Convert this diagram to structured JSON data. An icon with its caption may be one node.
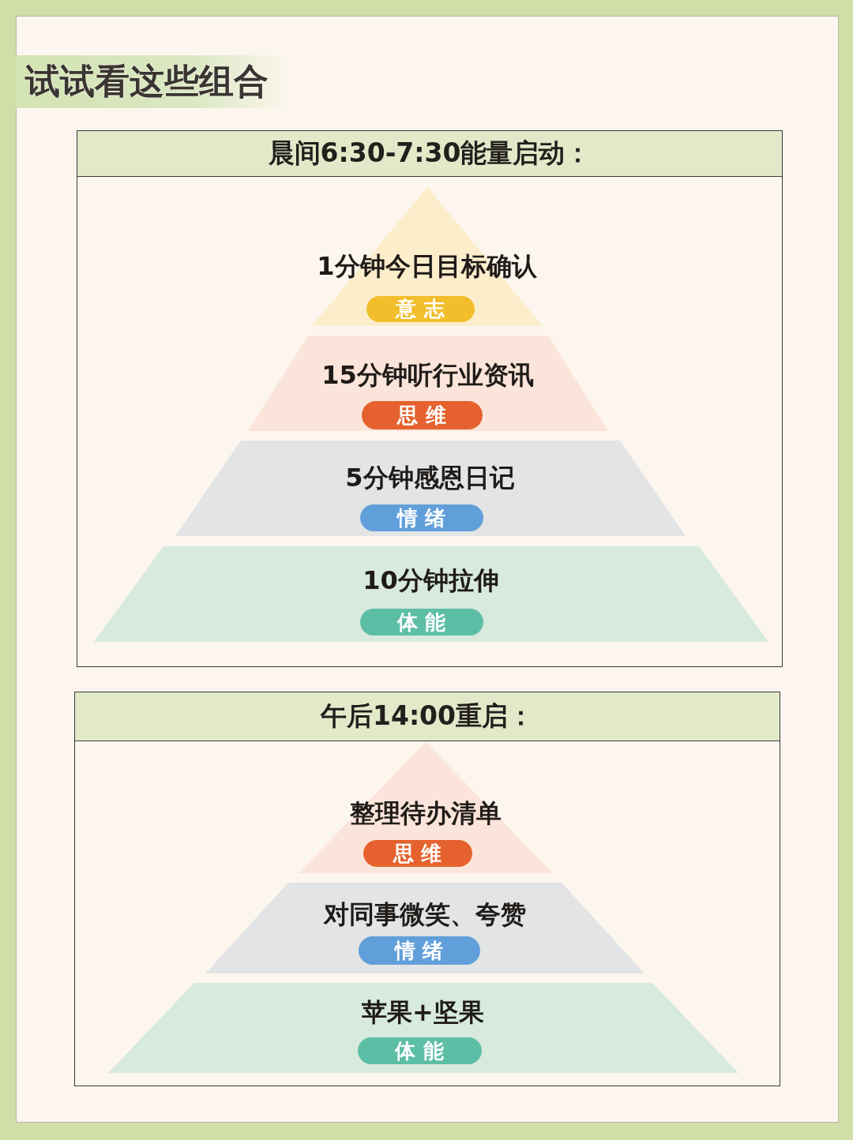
{
  "diagram": {
    "title": "试试看这些组合",
    "nodes": [
      {
        "text": [
          "晨间6:30-7:30能量启动："
        ]
      },
      {
        "text": [
          "1分钟今日目标确认"
        ],
        "in": 0
      },
      {
        "text": [
          "意志"
        ],
        "in": 1
      },
      {
        "text": [
          "15分钟听行业资讯"
        ],
        "in": 0
      },
      {
        "text": [
          "思维"
        ],
        "in": 3
      },
      {
        "text": [
          "5分钟感恩日记"
        ],
        "in": 0
      },
      {
        "text": [
          "情绪"
        ],
        "in": 5
      },
      {
        "text": [
          "10分钟拉伸"
        ],
        "in": 0
      },
      {
        "text": [
          "体能"
        ],
        "in": 7
      },
      {
        "text": [
          "午后14:00重启："
        ]
      },
      {
        "text": [
          "整理待办清单"
        ],
        "in": 9
      },
      {
        "text": [
          "思维"
        ],
        "in": 10
      },
      {
        "text": [
          "对同事微笑、夸赞"
        ],
        "in": 9
      },
      {
        "text": [
          "情绪"
        ],
        "in": 12
      },
      {
        "text": [
          "苹果+坚果"
        ],
        "in": 9
      },
      {
        "text": [
          "体能"
        ],
        "in": 14
      }
    ]
  }
}
